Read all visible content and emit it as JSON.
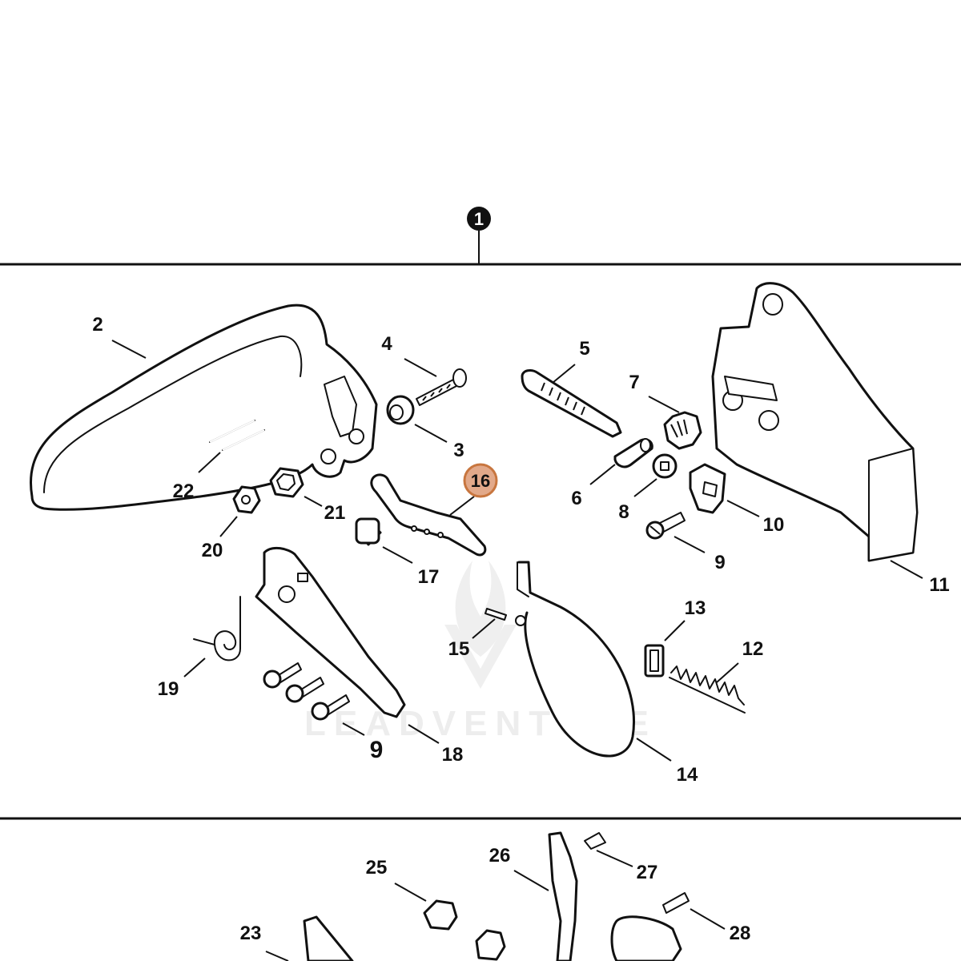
{
  "assembly": {
    "label": "1"
  },
  "highlight": {
    "label": "16",
    "color": "#e2a98a",
    "stroke": "#c8763f"
  },
  "watermark": {
    "text": "LEADVENTURE",
    "color": "#ededed"
  },
  "callouts": {
    "c2": "2",
    "c3": "3",
    "c4": "4",
    "c5": "5",
    "c6": "6",
    "c7": "7",
    "c8": "8",
    "c9a": "9",
    "c9b": "9",
    "c10": "10",
    "c11": "11",
    "c12": "12",
    "c13": "13",
    "c14": "14",
    "c15": "15",
    "c17": "17",
    "c18": "18",
    "c19": "19",
    "c20": "20",
    "c21": "21",
    "c22": "22",
    "c23": "23",
    "c25": "25",
    "c26": "26",
    "c27": "27",
    "c28": "28"
  }
}
